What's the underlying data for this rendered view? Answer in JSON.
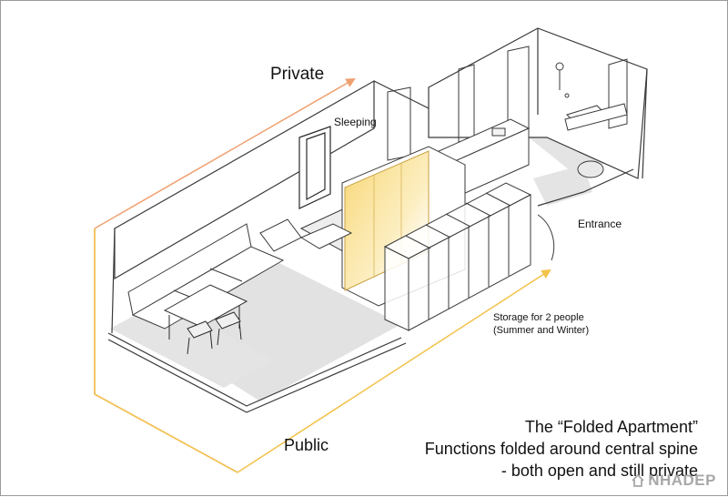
{
  "labels": {
    "private": "Private",
    "sleeping": "Sleeping",
    "entrance": "Entrance",
    "storage_line1": "Storage for 2 people",
    "storage_line2": "(Summer and Winter)",
    "public": "Public"
  },
  "caption": {
    "line1": "The “Folded Apartment”",
    "line2": "Functions folded around central spine",
    "line3": "- both open and still private"
  },
  "watermark": "NHADEP",
  "colors": {
    "private_arrow": "#f0a070",
    "public_arrow": "#f2c24a",
    "partition_glow": "#f7d36a",
    "floor": "#e2e2e2",
    "linework": "#3a3a3a"
  }
}
